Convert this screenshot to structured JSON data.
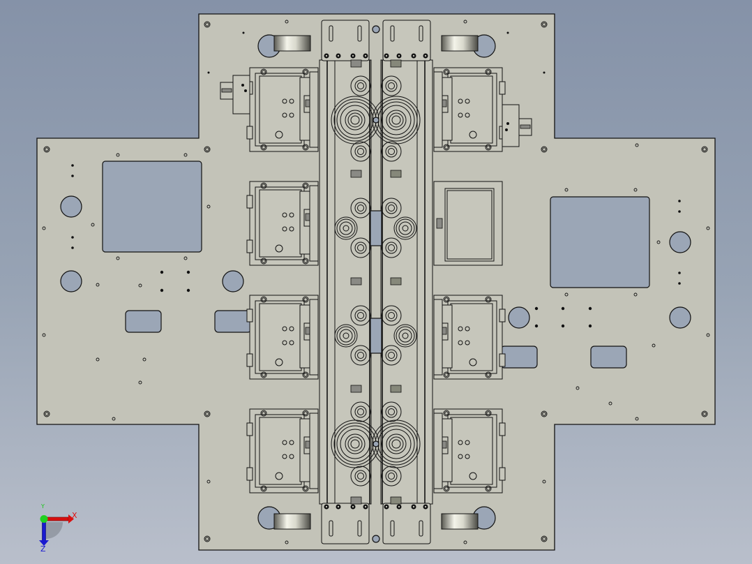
{
  "view": {
    "type": "CAD assembly top view",
    "background_top": "#8592a8",
    "background_bottom": "#b9bfcb",
    "plate_color": "#c3c3b8",
    "cutout_color": "#9ba6b6",
    "line_color": "#111111"
  },
  "triad": {
    "x_label": "X",
    "y_label": "Y",
    "z_label": "Z",
    "x_color": "#e01010",
    "y_color": "#18c818",
    "z_color": "#1818d0"
  },
  "assembly": {
    "stations": 4,
    "module_columns": 2,
    "spool_units": 4,
    "rollers": 4,
    "large_rect_cutouts": 2,
    "slot_cutouts": 4
  }
}
